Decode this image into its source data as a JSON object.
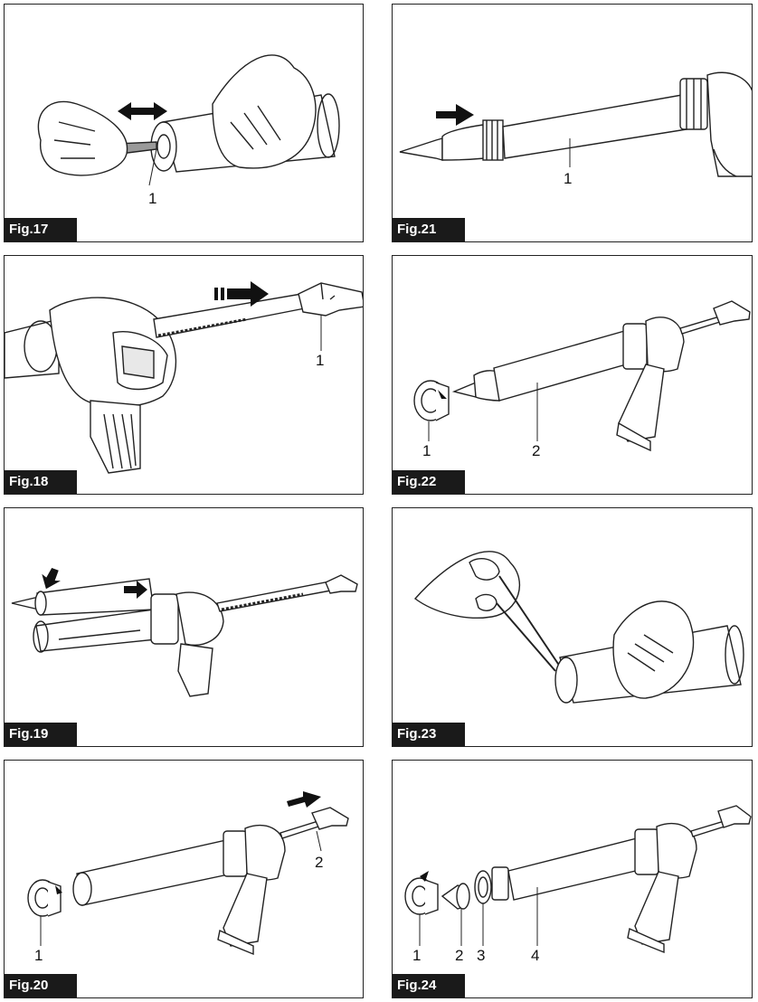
{
  "figures": [
    {
      "label": "Fig.17",
      "callouts": [
        "1"
      ]
    },
    {
      "label": "Fig.21",
      "callouts": [
        "1"
      ]
    },
    {
      "label": "Fig.18",
      "callouts": [
        "1"
      ]
    },
    {
      "label": "Fig.22",
      "callouts": [
        "1",
        "2"
      ]
    },
    {
      "label": "Fig.19",
      "callouts": []
    },
    {
      "label": "Fig.23",
      "callouts": []
    },
    {
      "label": "Fig.20",
      "callouts": [
        "1",
        "2"
      ]
    },
    {
      "label": "Fig.24",
      "callouts": [
        "1",
        "2",
        "3",
        "4"
      ]
    }
  ],
  "colors": {
    "ink": "#222222",
    "label_bg": "#1a1a1a",
    "label_text": "#ffffff",
    "shade": "#9a9a9a"
  }
}
